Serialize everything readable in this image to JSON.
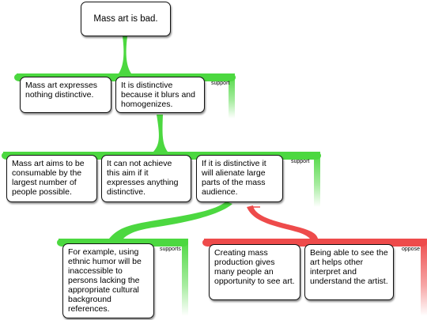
{
  "root": {
    "text": "Mass art is bad."
  },
  "groups": [
    {
      "label": "support",
      "color": "#4cd840",
      "nodes": [
        "Mass art expresses nothing distinctive.",
        "It is distinctive because it blurs and homogenizes."
      ]
    },
    {
      "label": "support",
      "color": "#4cd840",
      "nodes": [
        "Mass art aims to be consumable by the largest number of people possible.",
        "It can not achieve this aim if it expresses anything distinctive.",
        "If it is distinctive it will alienate large parts of the mass audience."
      ]
    },
    {
      "label": "supports",
      "color": "#4cd840",
      "nodes": [
        "For example, using ethnic humor will be inaccessible to persons lacking the appropriate cultural background references."
      ]
    },
    {
      "label": "oppose",
      "color": "#ee4b4b",
      "nodes": [
        "Creating mass production gives many people an opportunity to see art.",
        "Being able to see the art helps other interpret and understand the artist."
      ]
    }
  ]
}
